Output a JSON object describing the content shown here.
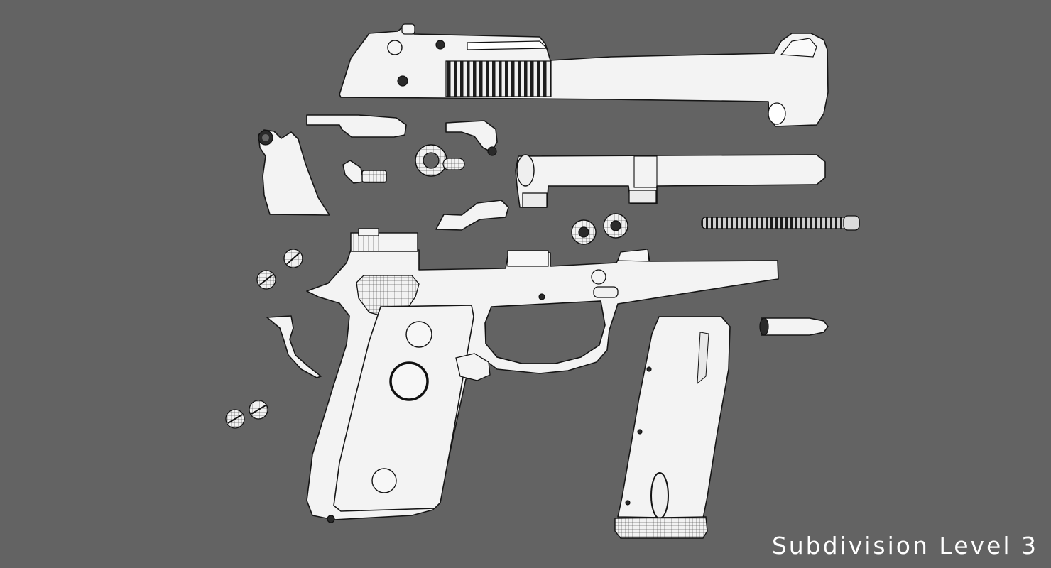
{
  "caption": {
    "text": "Subdivision Level 3"
  },
  "colors": {
    "background": "#636363",
    "part_fill": "#f3f3f3",
    "wire": "#151515",
    "caption": "#ffffff"
  },
  "parts": [
    "slide",
    "barrel",
    "frame",
    "grip-panel",
    "magazine",
    "recoil-spring",
    "cartridge",
    "trigger",
    "hammer",
    "safety-lever",
    "slide-stop",
    "small-screws",
    "springs-and-pins"
  ]
}
